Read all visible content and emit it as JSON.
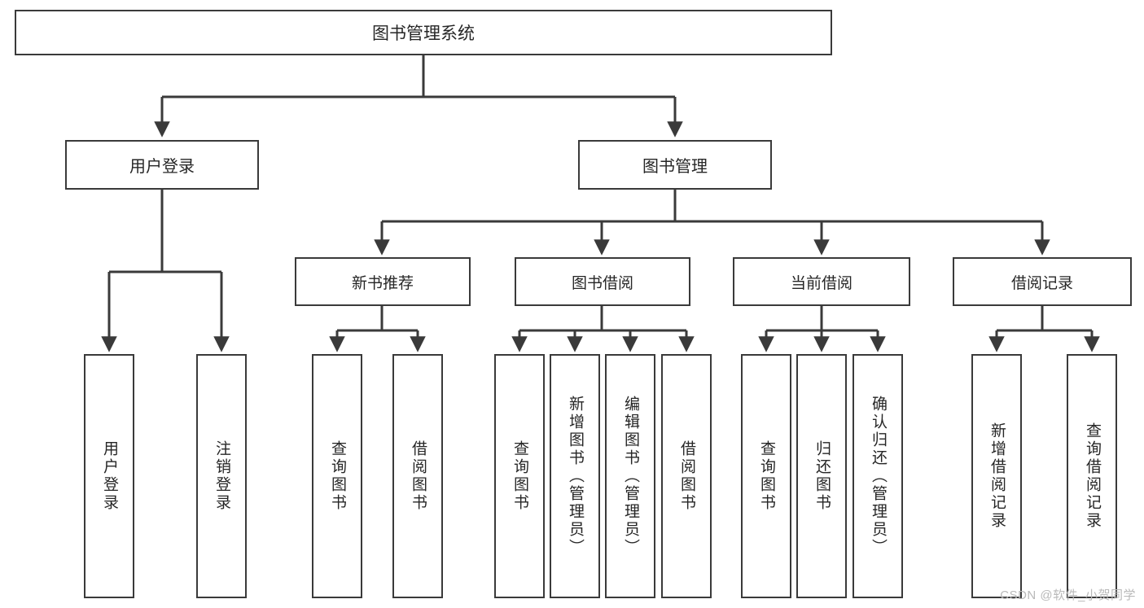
{
  "diagram": {
    "title": "图书管理系统",
    "watermark": "CSDN @软件_小贺同学",
    "colors": {
      "box_border": "#3a3a3a",
      "edge": "#3a3a3a",
      "text": "#262626",
      "background": "#ffffff",
      "watermark": "#b9b9b9"
    },
    "nodes": {
      "root": {
        "label": "图书管理系统"
      },
      "level2": [
        {
          "id": "user-login",
          "label": "用户登录"
        },
        {
          "id": "book-manage",
          "label": "图书管理"
        }
      ],
      "level3": [
        {
          "id": "new-book-recommend",
          "label": "新书推荐"
        },
        {
          "id": "book-borrow",
          "label": "图书借阅"
        },
        {
          "id": "current-borrow",
          "label": "当前借阅"
        },
        {
          "id": "borrow-record",
          "label": "借阅记录"
        }
      ],
      "leaves": {
        "user_login": [
          {
            "id": "leaf-user-login",
            "label": "用户登录"
          },
          {
            "id": "leaf-logout",
            "label": "注销登录"
          }
        ],
        "new_book_recommend": [
          {
            "id": "leaf-query-book-1",
            "label": "查询图书"
          },
          {
            "id": "leaf-borrow-book-1",
            "label": "借阅图书"
          }
        ],
        "book_borrow": [
          {
            "id": "leaf-query-book-2",
            "label": "查询图书"
          },
          {
            "id": "leaf-add-book-admin",
            "label": "新增图书（管理员）"
          },
          {
            "id": "leaf-edit-book-admin",
            "label": "编辑图书（管理员）"
          },
          {
            "id": "leaf-borrow-book-2",
            "label": "借阅图书"
          }
        ],
        "current_borrow": [
          {
            "id": "leaf-query-book-3",
            "label": "查询图书"
          },
          {
            "id": "leaf-return-book",
            "label": "归还图书"
          },
          {
            "id": "leaf-confirm-return-admin",
            "label": "确认归还（管理员）"
          }
        ],
        "borrow_record": [
          {
            "id": "leaf-add-borrow-record",
            "label": "新增借阅记录"
          },
          {
            "id": "leaf-query-borrow-record",
            "label": "查询借阅记录"
          }
        ]
      }
    }
  }
}
